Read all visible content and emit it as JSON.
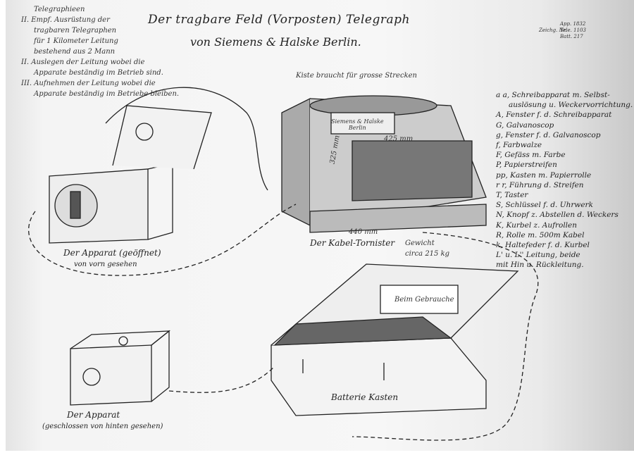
{
  "header": {
    "title_line1": "Der tragbare Feld (Vorposten) Telegraph",
    "title_line2": "von Siemens & Halske Berlin."
  },
  "notes_topleft": [
    "Telegraphieen",
    "II. Empf. Ausrüstung der",
    "tragbaren Telegraphen",
    "für 1 Kilometer Leitung",
    "bestehend aus 2 Mann",
    "II. Auslegen der Leitung wobei die",
    "Apparate beständig im Betrieb sind.",
    "III. Aufnehmen der Leitung wobei die",
    "Apparate beständig im Betriebe bleiben."
  ],
  "archive_note": {
    "label": "Zeichg. Nr.",
    "lines": [
      "App. 1832",
      "Tele. 1103",
      "Batt. 217"
    ]
  },
  "legend": [
    "a a, Schreibapparat m. Selbst-",
    "auslösung u. Weckervorrichtung.",
    "A, Fenster f. d. Schreibapparat",
    "G, Galvanoscop",
    "g, Fenster f. d. Galvanoscop",
    "f, Farbwalze",
    "F, Gefäss m. Farbe",
    "P, Papierstreifen",
    "pp, Kasten m. Papierrolle",
    "r r, Führung d. Streifen",
    "T, Taster",
    "S, Schlüssel f. d. Uhrwerk",
    "N, Knopf z. Abstellen d. Weckers",
    "K, Kurbel z. Aufrollen",
    "R, Rolle m. 500m Kabel",
    "k, Haltefeder f. d. Kurbel",
    "L' u. L'' Leitung, beide",
    "mit Hin u. Rückleitung."
  ],
  "captions": {
    "apparat_open_1": "Der Apparat (geöffnet)",
    "apparat_open_2": "von vorn gesehen",
    "tornister": "Der Kabel-Tornister",
    "tornister_note_1": "Gewicht",
    "tornister_note_2": "circa 215 kg",
    "tornister_top_note": "Kiste braucht für grosse Strecken",
    "brand_plate_1": "Siemens & Halske",
    "brand_plate_2": "Berlin",
    "dim_425": "425 mm",
    "dim_440": "440 mm",
    "dim_325": "325 mm",
    "battery": "Batterie Kasten",
    "battery_lid": "Beim Gebrauche",
    "apparat_closed_1": "Der Apparat",
    "apparat_closed_2": "(geschlossen von hinten gesehen)"
  }
}
